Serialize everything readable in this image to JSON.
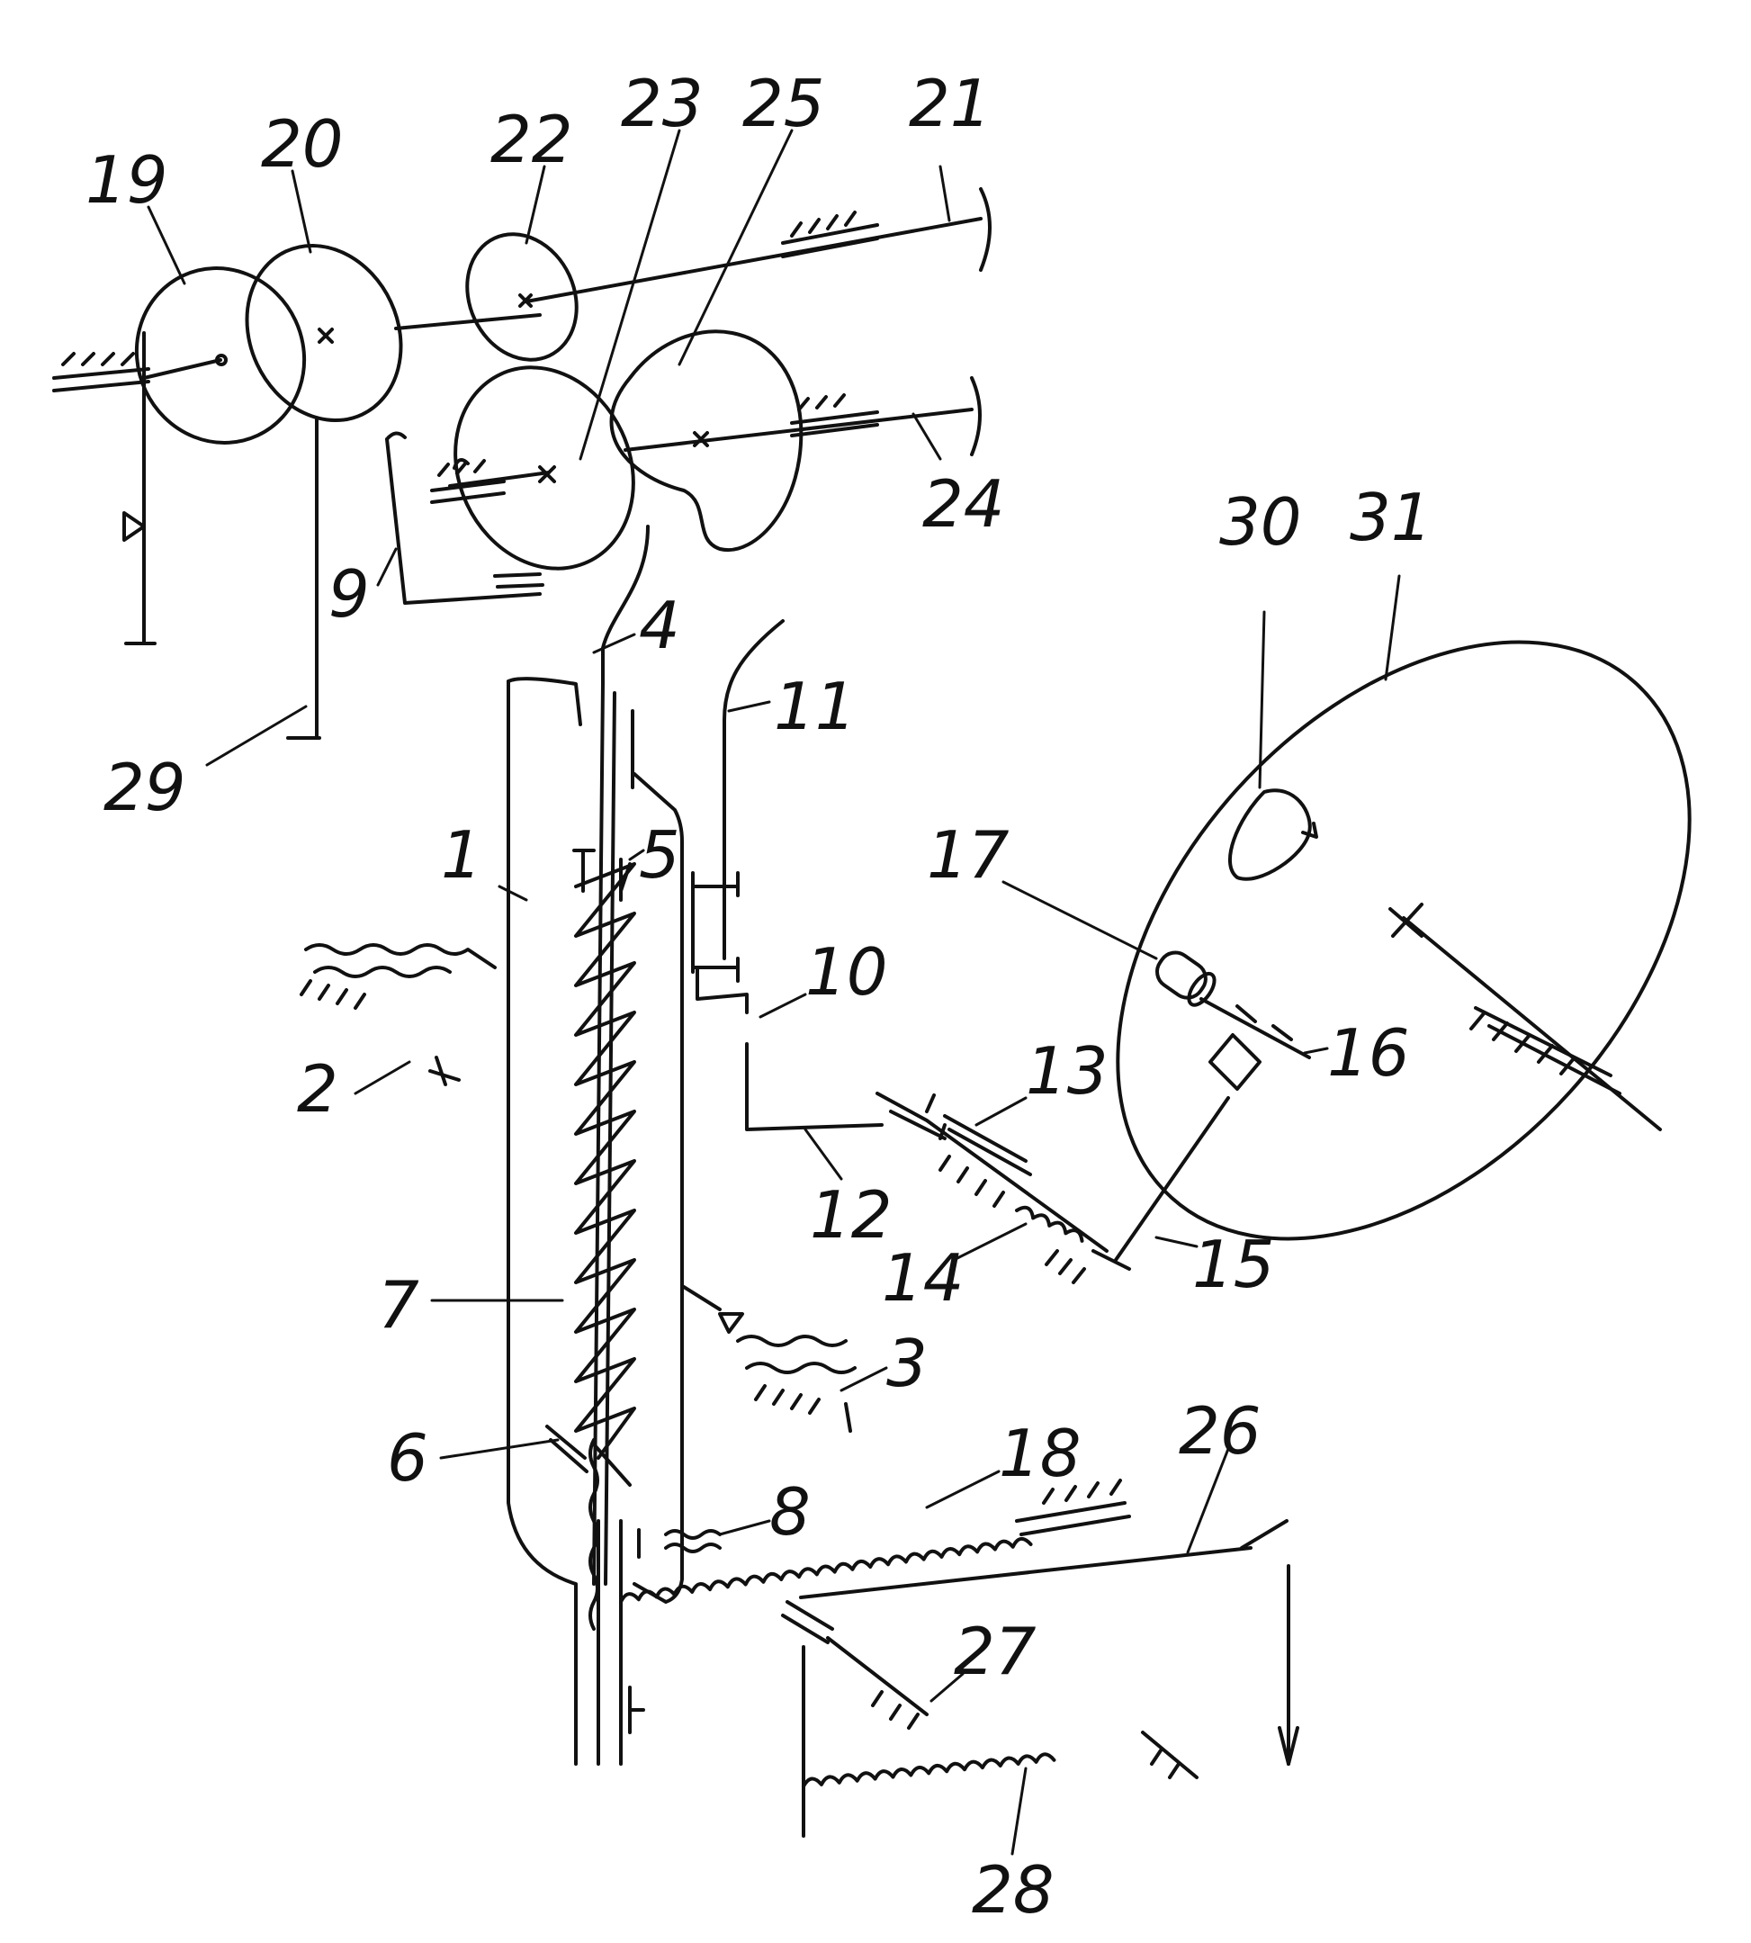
{
  "figure": {
    "labels": {
      "n1": "1",
      "n2": "2",
      "n3": "3",
      "n4": "4",
      "n5": "5",
      "n6": "6",
      "n7": "7",
      "n8": "8",
      "n9": "9",
      "n10": "10",
      "n11": "11",
      "n12": "12",
      "n13": "13",
      "n14": "14",
      "n15": "15",
      "n16": "16",
      "n17": "17",
      "n18": "18",
      "n19": "19",
      "n20": "20",
      "n21": "21",
      "n22": "22",
      "n23": "23",
      "n24": "24",
      "n25": "25",
      "n26": "26",
      "n27": "27",
      "n28": "28",
      "n29": "29",
      "n30": "30",
      "n31": "31"
    },
    "colors": {
      "ink": "#111111",
      "paper": "#ffffff"
    }
  }
}
